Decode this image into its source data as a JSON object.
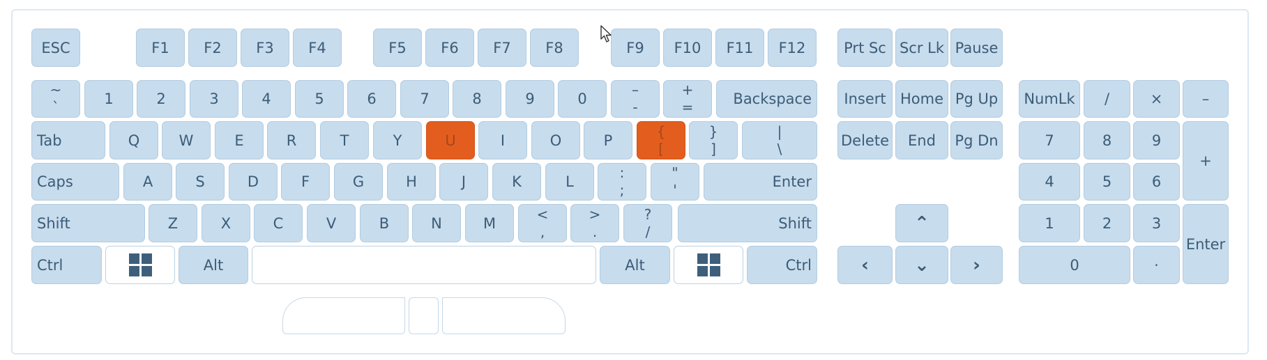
{
  "keyboard": {
    "function_row": {
      "esc": "ESC",
      "f1": "F1",
      "f2": "F2",
      "f3": "F3",
      "f4": "F4",
      "f5": "F5",
      "f6": "F6",
      "f7": "F7",
      "f8": "F8",
      "f9": "F9",
      "f10": "F10",
      "f11": "F11",
      "f12": "F12",
      "prtsc": "Prt Sc",
      "scrlk": "Scr Lk",
      "pause": "Pause"
    },
    "number_row": {
      "tilde_top": "~",
      "tilde_bottom": "`",
      "d1": "1",
      "d2": "2",
      "d3": "3",
      "d4": "4",
      "d5": "5",
      "d6": "6",
      "d7": "7",
      "d8": "8",
      "d9": "9",
      "d0": "0",
      "minus_top": "–",
      "minus_bottom": "-",
      "equal_top": "+",
      "equal_bottom": "=",
      "backspace": "Backspace"
    },
    "top_row": {
      "tab": "Tab",
      "q": "Q",
      "w": "W",
      "e": "E",
      "r": "R",
      "t": "T",
      "y": "Y",
      "u": "U",
      "i": "I",
      "o": "O",
      "p": "P",
      "lbracket_top": "{",
      "lbracket_bottom": "[",
      "rbracket_top": "}",
      "rbracket_bottom": "]",
      "backslash_top": "|",
      "backslash_bottom": "\\"
    },
    "home_row": {
      "caps": "Caps",
      "a": "A",
      "s": "S",
      "d": "D",
      "f": "F",
      "g": "G",
      "h": "H",
      "j": "J",
      "k": "K",
      "l": "L",
      "semicolon_top": ":",
      "semicolon_bottom": ";",
      "quote_top": "\"",
      "quote_bottom": "'",
      "enter": "Enter"
    },
    "bottom_row": {
      "lshift": "Shift",
      "z": "Z",
      "x": "X",
      "c": "C",
      "v": "V",
      "b": "B",
      "n": "N",
      "m": "M",
      "comma_top": "<",
      "comma_bottom": ",",
      "period_top": ">",
      "period_bottom": ".",
      "slash_top": "?",
      "slash_bottom": "/",
      "rshift": "Shift"
    },
    "space_row": {
      "lctrl": "Ctrl",
      "lalt": "Alt",
      "space": "",
      "ralt": "Alt",
      "rctrl": "Ctrl"
    },
    "nav_cluster": {
      "insert": "Insert",
      "home": "Home",
      "pgup": "Pg Up",
      "delete": "Delete",
      "end": "End",
      "pgdn": "Pg Dn",
      "up": "⌃",
      "left": "‹",
      "down": "⌄",
      "right": "›"
    },
    "numpad": {
      "numlk": "NumLk",
      "divide": "/",
      "multiply": "×",
      "minus": "–",
      "n7": "7",
      "n8": "8",
      "n9": "9",
      "plus": "+",
      "n4": "4",
      "n5": "5",
      "n6": "6",
      "n1": "1",
      "n2": "2",
      "n3": "3",
      "enter": "Enter",
      "n0": "0",
      "decimal": "·"
    },
    "highlighted_keys": [
      "u",
      "lbracket"
    ],
    "colors": {
      "key_fill": "#c7dced",
      "key_text": "#3c5c76",
      "highlight_fill": "#e35e1e",
      "background": "#ffffff"
    }
  }
}
